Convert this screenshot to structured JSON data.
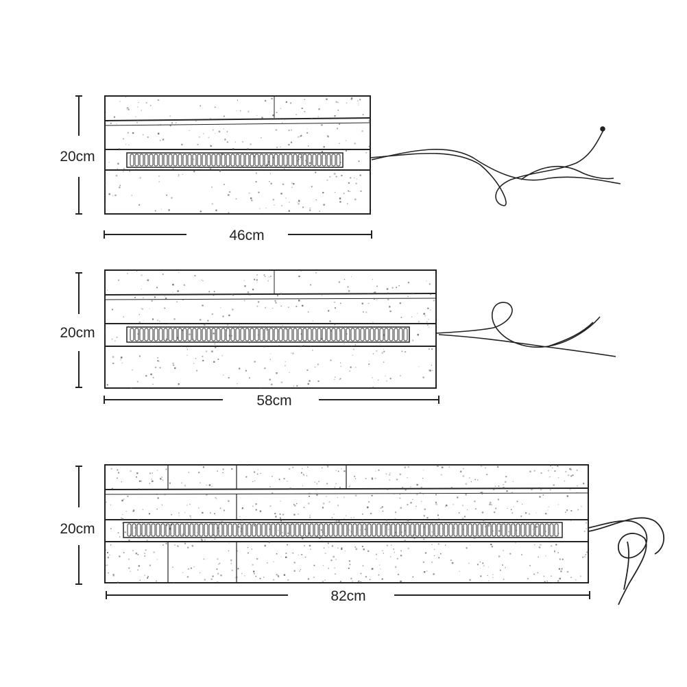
{
  "diagram": {
    "rolls": [
      {
        "id": "small",
        "height_label": "20cm",
        "width_label": "46cm"
      },
      {
        "id": "medium",
        "height_label": "20cm",
        "width_label": "58cm"
      },
      {
        "id": "large",
        "height_label": "20cm",
        "width_label": "82cm"
      }
    ],
    "colors": {
      "line": "#222222",
      "background": "#ffffff",
      "speckle": "#555555"
    }
  }
}
